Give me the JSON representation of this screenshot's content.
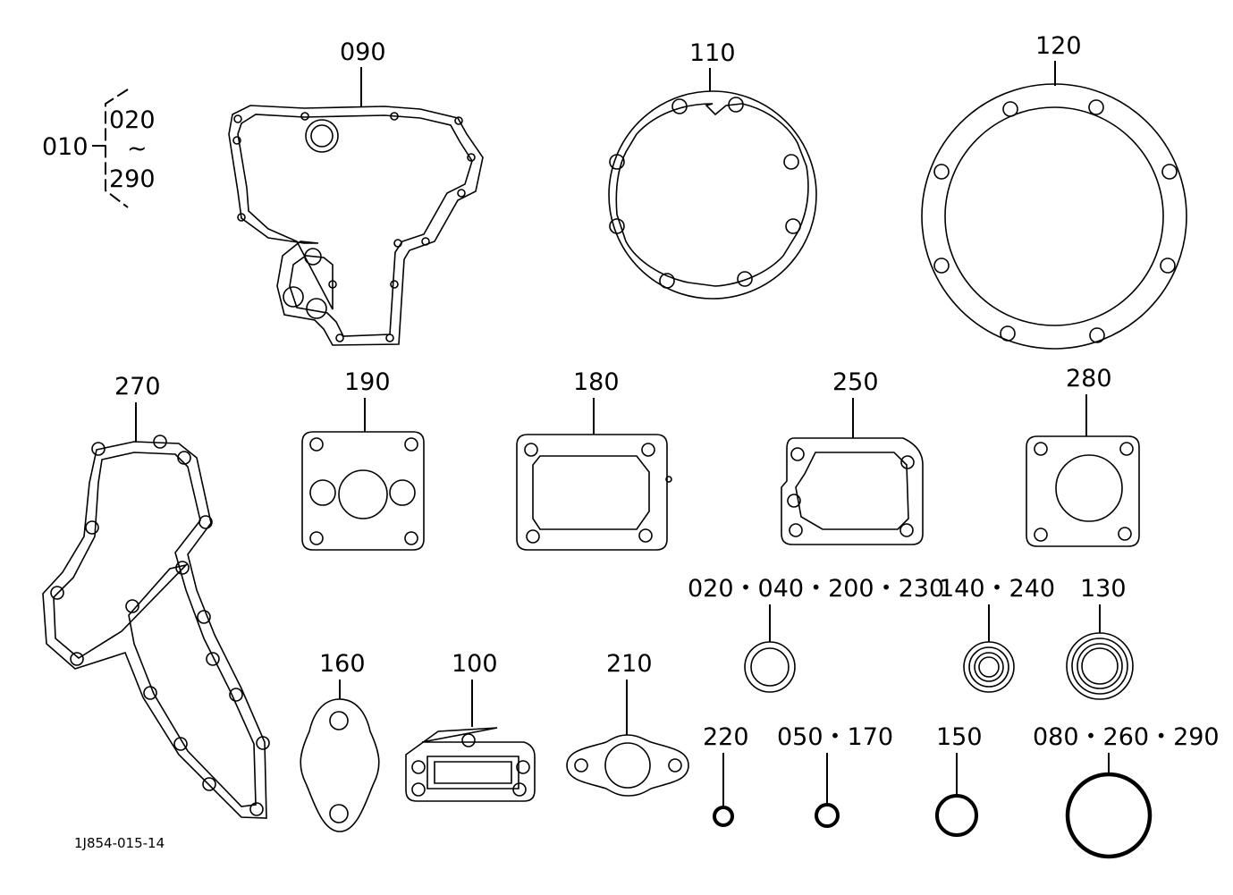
{
  "diagram": {
    "drawing_code": "1J854-015-14",
    "group": {
      "label": "010",
      "range_start": "020",
      "range_tilde": "~",
      "range_end": "290"
    },
    "callouts": {
      "p090": "090",
      "p110": "110",
      "p120": "120",
      "p270": "270",
      "p190": "190",
      "p180": "180",
      "p250": "250",
      "p280": "280",
      "p160": "160",
      "p100": "100",
      "p210": "210",
      "p020": "020・040・200・230",
      "p140": "140・240",
      "p130": "130",
      "p220": "220",
      "p050": "050・170",
      "p150": "150",
      "p080": "080・260・290"
    }
  }
}
